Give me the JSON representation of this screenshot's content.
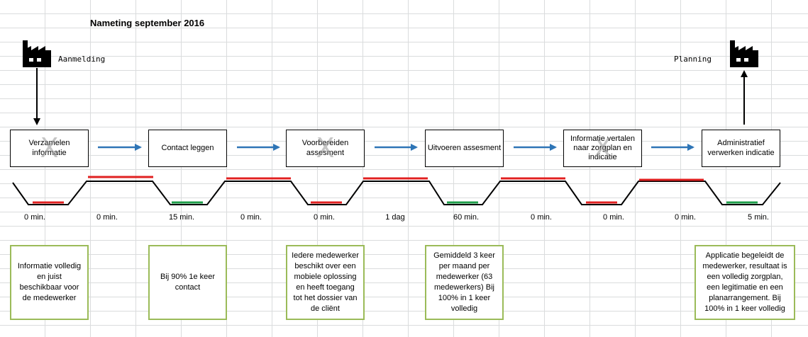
{
  "title": "Nameting september 2016",
  "start": {
    "label": "Aanmelding",
    "icon": "factory-icon"
  },
  "end": {
    "label": "Planning",
    "icon": "factory-icon"
  },
  "processes": [
    {
      "label": "Verzamelen informatie",
      "crossed": true
    },
    {
      "label": "Contact leggen",
      "crossed": false
    },
    {
      "label": "Voorbereiden assesment",
      "crossed": true
    },
    {
      "label": "Uitvoeren assesment",
      "crossed": false
    },
    {
      "label": "Informatie vertalen naar zorgplan en indicatie",
      "crossed": true
    },
    {
      "label": "Administratief verwerken indicatie",
      "crossed": false
    }
  ],
  "times": [
    "0 min.",
    "0 min.",
    "15 min.",
    "0 min.",
    "0 min.",
    "1 dag",
    "60 min.",
    "0 min.",
    "0 min.",
    "0 min.",
    "5 min."
  ],
  "notes": [
    "Informatie volledig en juist beschikbaar voor de medewerker",
    "Bij 90% 1e keer contact",
    "Iedere medewerker beschikt over een mobiele oplossing en heeft toegang tot het dossier van de cliënt",
    "Gemiddeld 3 keer per maand per medewerker (63 medewerkers) Bij 100% in 1 keer volledig",
    "Applicatie begeleidt de medewerker, resultaat is een volledig zorgplan, een legitimatie en een planarrangement. Bij 100% in 1 keer volledig"
  ],
  "colors": {
    "arrow": "#2e75b6",
    "wait": "#e02020",
    "value_add": "#1e9e4a",
    "note_border": "#9bbb59"
  }
}
